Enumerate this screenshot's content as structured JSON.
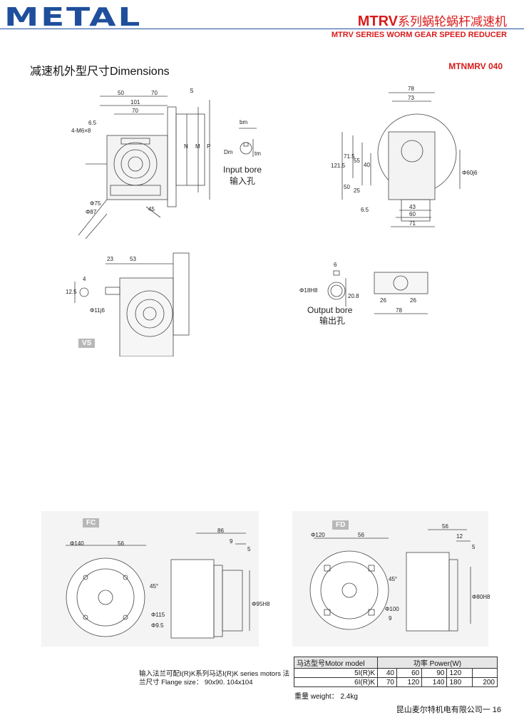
{
  "header": {
    "logo": "METAL",
    "series_code": "MTRV",
    "series_cn": "系列蜗轮蜗杆减速机",
    "series_en": "MTRV SERIES WORM GEAR SPEED REDUCER"
  },
  "section": {
    "title": "减速机外型尺寸Dimensions",
    "model": "MTNMRV 040"
  },
  "drawing_front": {
    "d50": "50",
    "d70a": "70",
    "d101": "101",
    "d70b": "70",
    "s": "S",
    "d65": "6.5",
    "m6": "4-M6×8",
    "n": "N",
    "m": "M",
    "p": "P",
    "phi75": "Φ75",
    "phi87": "Φ87",
    "a45": "45"
  },
  "input_bore": {
    "bm": "bm",
    "dm": "Dm",
    "tm": "tm",
    "label_en": "Input bore",
    "label_cn": "输入孔"
  },
  "drawing_side": {
    "d78a": "78",
    "d73": "73",
    "d1215": "121.5",
    "d715": "71.5",
    "d55": "55",
    "d40": "40",
    "d50": "50",
    "d25": "25",
    "d65": "6.5",
    "d43": "43",
    "d60": "60",
    "d71": "71",
    "phi60": "Φ60j6"
  },
  "drawing_vs": {
    "d23": "23",
    "d53": "53",
    "d4": "4",
    "d125": "12.5",
    "phi11": "Φ11j6",
    "badge": "VS"
  },
  "output_bore": {
    "d6": "6",
    "phi18": "Φ18H8",
    "d208": "20.8",
    "label_en": "Output bore",
    "label_cn": "输出孔",
    "d26a": "26",
    "d26b": "26",
    "d78": "78"
  },
  "drawing_fc": {
    "badge": "FC",
    "phi140": "Φ140",
    "d56": "56",
    "a45": "45°",
    "phi115": "Φ115",
    "phi95": "Φ9.5",
    "d86": "86",
    "d9": "9",
    "d5": "5",
    "phi95h8": "Φ95H8"
  },
  "drawing_fd": {
    "badge": "FD",
    "phi120": "Φ120",
    "d56": "56",
    "a45": "45°",
    "phi100": "Φ100",
    "d9": "9",
    "d56b": "56",
    "d12": "12",
    "d5": "5",
    "phi80": "Φ80H8"
  },
  "flange_note": {
    "line1": "输入法兰可配I(R)K系列马达I(R)K series motors 法",
    "line2": "兰尺寸 Flange size： 90x90. 104x104"
  },
  "spec_table": {
    "col1_header": "马达型号Motor model",
    "col2_header": "功率 Power(W)",
    "rows": [
      {
        "model": "5I(R)K",
        "v": [
          "40",
          "60",
          "90",
          "120",
          ""
        ]
      },
      {
        "model": "6I(R)K",
        "v": [
          "70",
          "120",
          "140",
          "180",
          "200"
        ]
      }
    ]
  },
  "weight": "重量 weight： 2.4kg",
  "footer": {
    "company": "昆山麦尔特机电有限公司一 16"
  }
}
